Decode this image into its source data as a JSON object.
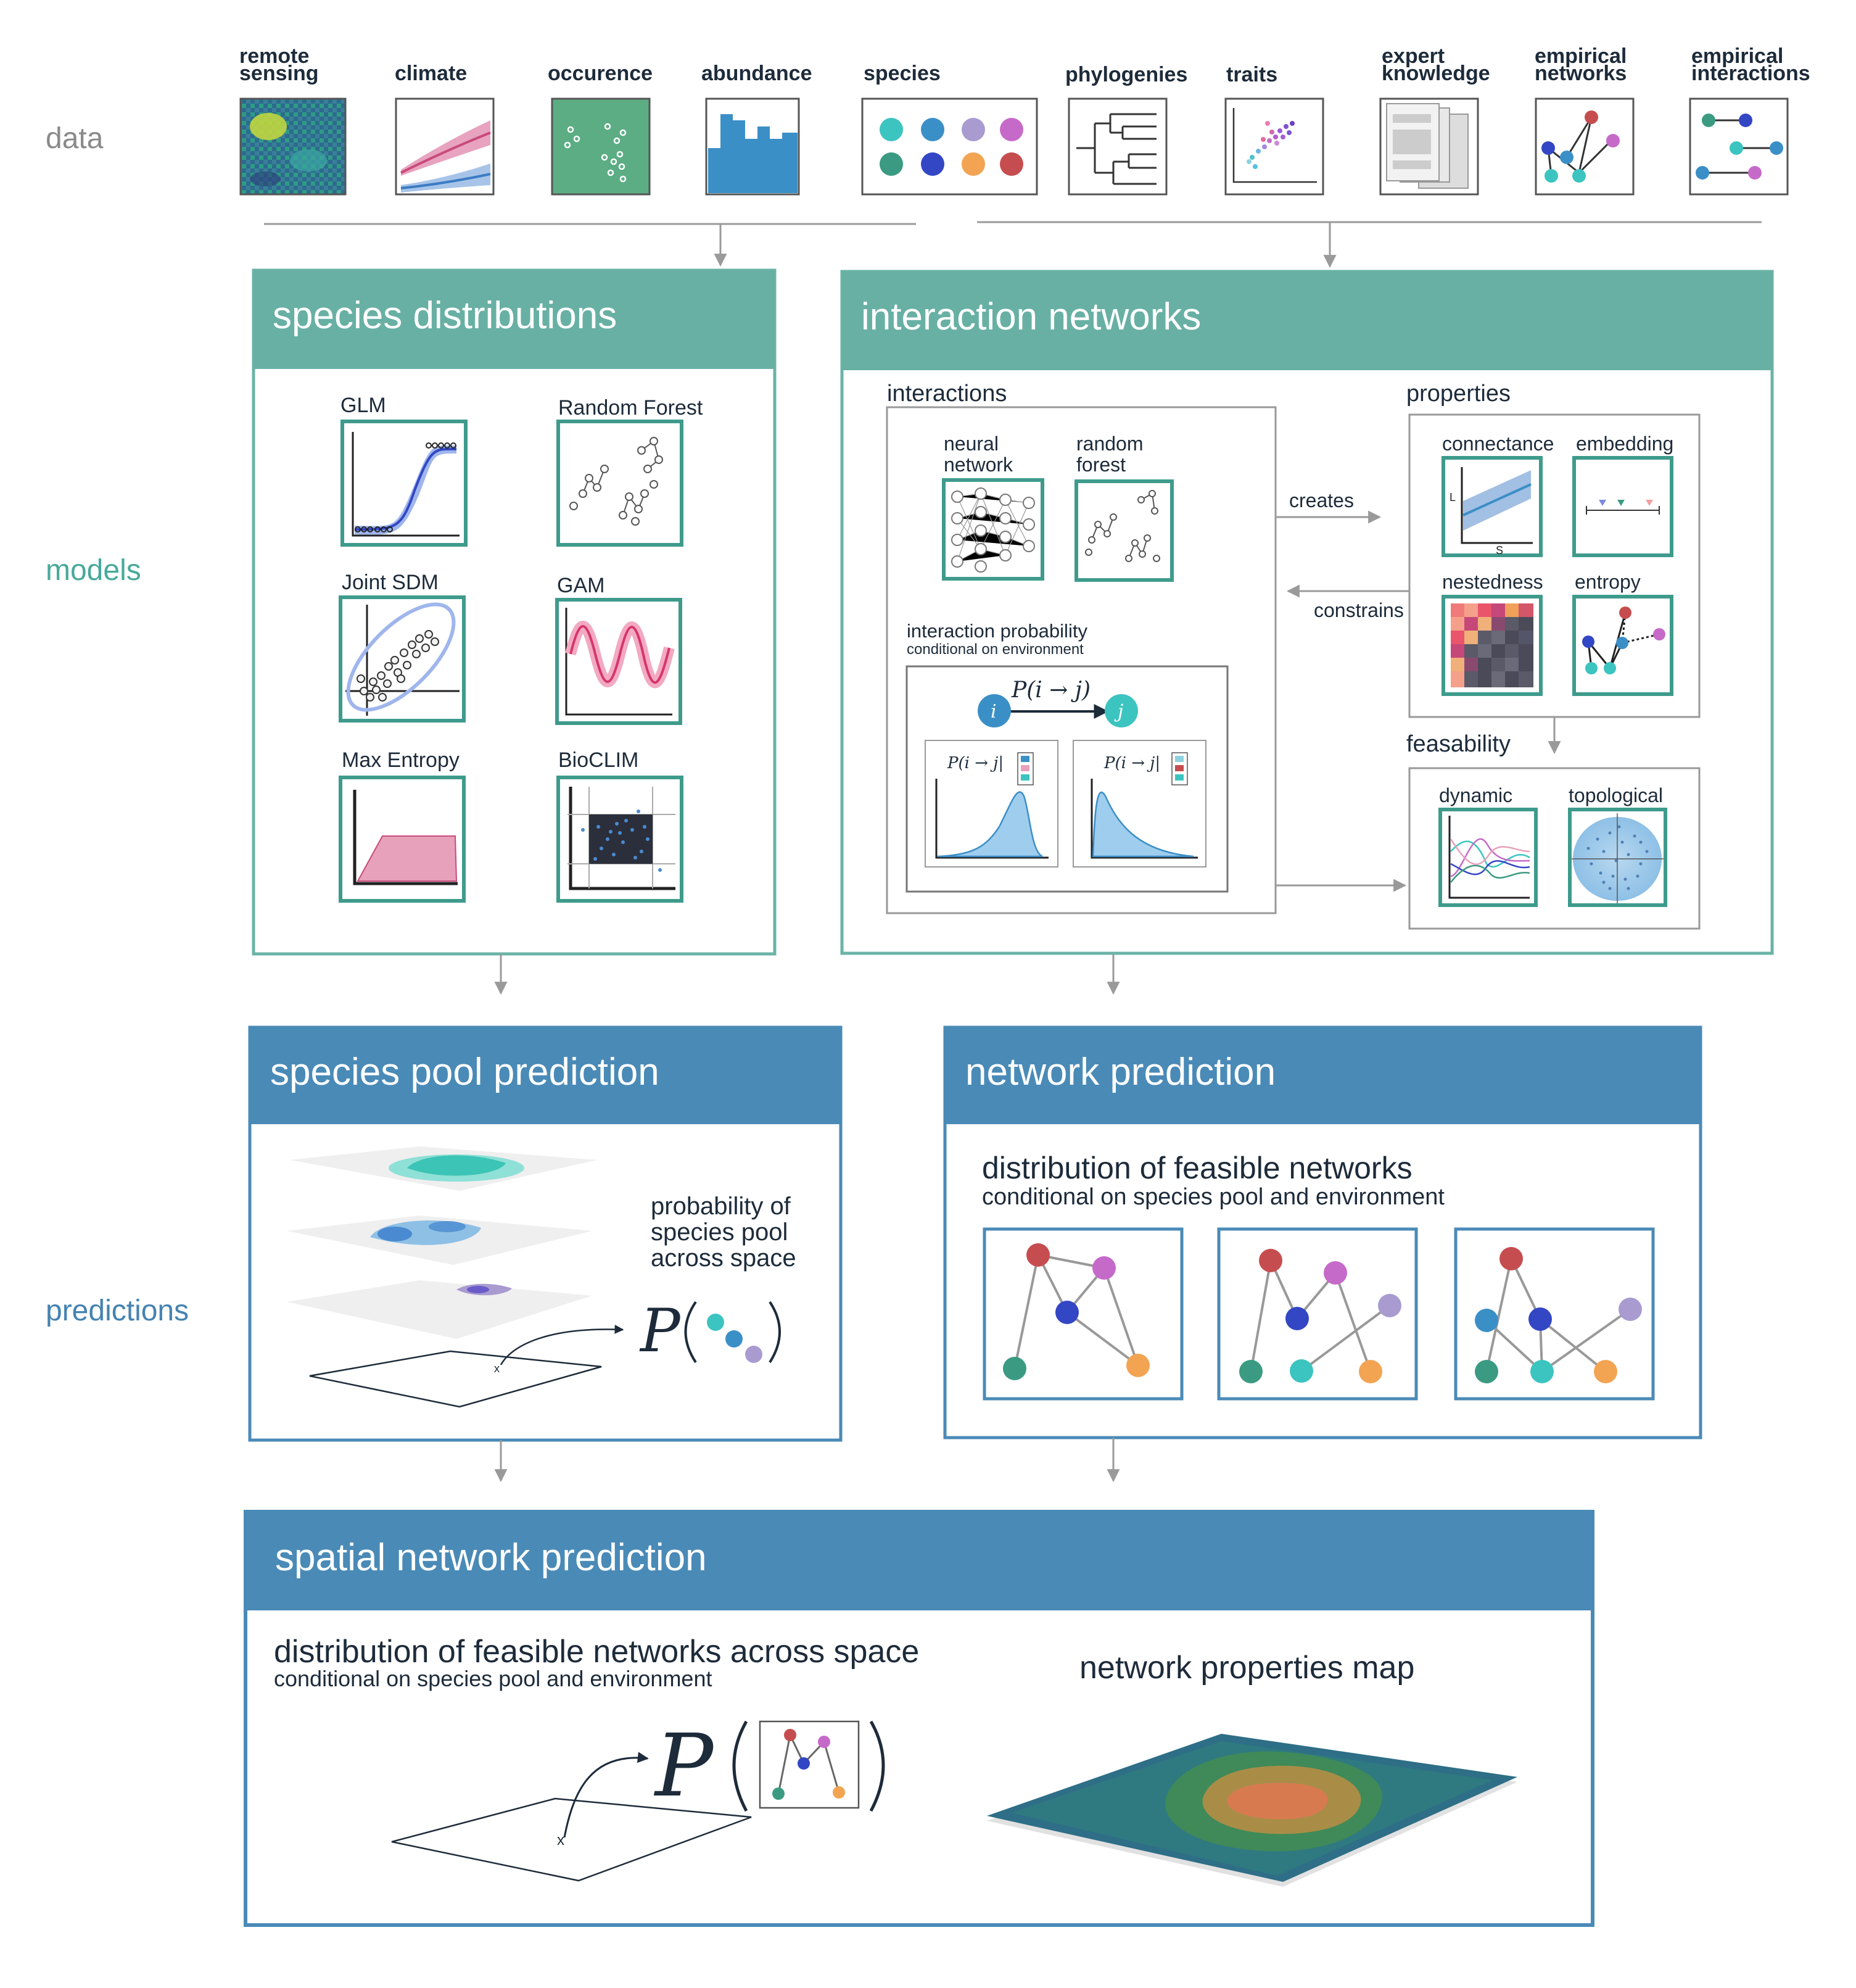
{
  "rows": {
    "data": "data",
    "models": "models",
    "predictions": "predictions"
  },
  "data_items": [
    {
      "line1": "remote",
      "line2": "sensing"
    },
    {
      "line1": "climate",
      "line2": ""
    },
    {
      "line1": "occurence",
      "line2": ""
    },
    {
      "line1": "abundance",
      "line2": ""
    },
    {
      "line1": "species",
      "line2": ""
    },
    {
      "line1": "phylogenies",
      "line2": ""
    },
    {
      "line1": "traits",
      "line2": ""
    },
    {
      "line1": "expert",
      "line2": "knowledge"
    },
    {
      "line1": "empirical",
      "line2": "networks"
    },
    {
      "line1": "empirical",
      "line2": "interactions"
    }
  ],
  "species_distributions": {
    "title": "species distributions",
    "models": [
      "GLM",
      "Random Forest",
      "Joint SDM",
      "GAM",
      "Max Entropy",
      "BioCLIM"
    ]
  },
  "interaction_networks": {
    "title": "interaction networks",
    "interactions_label": "interactions",
    "neural_network": [
      "neural",
      "network"
    ],
    "random_forest": [
      "random",
      "forest"
    ],
    "prob_title": "interaction probability",
    "prob_sub": "conditional on environment",
    "prob_expr": "P(i → j)",
    "node_i": "i",
    "node_j": "j",
    "cond_expr": "P(i → j|",
    "creates": "creates",
    "constrains": "constrains",
    "properties_label": "properties",
    "connectance": "connectance",
    "embedding": "embedding",
    "nestedness": "nestedness",
    "entropy": "entropy",
    "axis_l": "L",
    "axis_s": "S",
    "feasability_label": "feasability",
    "dynamic": "dynamic",
    "topological": "topological"
  },
  "species_pool": {
    "title": "species pool prediction",
    "text": [
      "probability of",
      "species pool",
      "across space"
    ],
    "p_letter": "P",
    "cross": "x"
  },
  "network_prediction": {
    "title": "network prediction",
    "heading": "distribution of feasible networks",
    "sub": "conditional on species pool and environment"
  },
  "spatial": {
    "title": "spatial network prediction",
    "heading": "distribution of feasible networks across space",
    "sub": "conditional on species pool and environment",
    "map_title": "network properties map",
    "p_letter": "P",
    "cross": "x"
  },
  "colors": {
    "teal_header": "#68b0a4",
    "teal_border": "#6bb3a7",
    "blue_header": "#4a8ab7",
    "blue_border": "#4a8ab7",
    "model_text": "#49a99b",
    "pred_text": "#4583b1",
    "data_text": "#8a8a8a",
    "frame_teal": "#3e9b8c"
  }
}
